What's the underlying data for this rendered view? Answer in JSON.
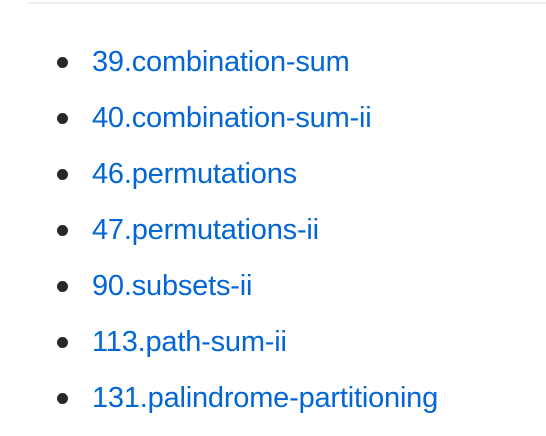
{
  "items": [
    {
      "label": "39.combination-sum"
    },
    {
      "label": "40.combination-sum-ii"
    },
    {
      "label": "46.permutations"
    },
    {
      "label": "47.permutations-ii"
    },
    {
      "label": "90.subsets-ii"
    },
    {
      "label": "113.path-sum-ii"
    },
    {
      "label": "131.palindrome-partitioning"
    }
  ],
  "colors": {
    "link": "#0366d6",
    "bullet": "#24292e",
    "rule": "#eaecef"
  }
}
